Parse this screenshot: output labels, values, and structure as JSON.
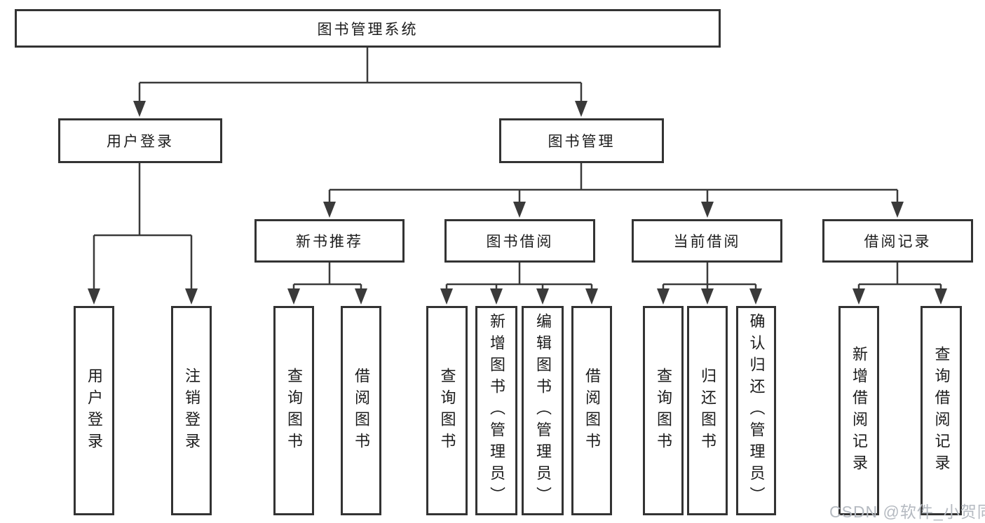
{
  "diagram": {
    "root": {
      "label": "图书管理系统"
    },
    "level2": [
      {
        "label": "用户登录"
      },
      {
        "label": "图书管理"
      }
    ],
    "level3": [
      {
        "label": "新书推荐"
      },
      {
        "label": "图书借阅"
      },
      {
        "label": "当前借阅"
      },
      {
        "label": "借阅记录"
      }
    ],
    "leaf_groups": [
      {
        "parent": "用户登录",
        "items": [
          {
            "label": "用户登录"
          },
          {
            "label": "注销登录"
          }
        ]
      },
      {
        "parent": "新书推荐",
        "items": [
          {
            "label": "查询图书"
          },
          {
            "label": "借阅图书"
          }
        ]
      },
      {
        "parent": "图书借阅",
        "items": [
          {
            "label": "查询图书"
          },
          {
            "label": "新增图书（管理员）"
          },
          {
            "label": "编辑图书（管理员）"
          },
          {
            "label": "借阅图书"
          }
        ]
      },
      {
        "parent": "当前借阅",
        "items": [
          {
            "label": "查询图书"
          },
          {
            "label": "归还图书"
          },
          {
            "label": "确认归还（管理员）"
          }
        ]
      },
      {
        "parent": "借阅记录",
        "items": [
          {
            "label": "新增借阅记录"
          },
          {
            "label": "查询借阅记录"
          }
        ]
      }
    ]
  },
  "watermark": {
    "text": "CSDN @软件_小贺同学"
  },
  "colors": {
    "line": "#3a3a3a",
    "border": "#333333",
    "text": "#1c1c1c",
    "background": "#ffffff",
    "watermark": "#b5bac1"
  }
}
